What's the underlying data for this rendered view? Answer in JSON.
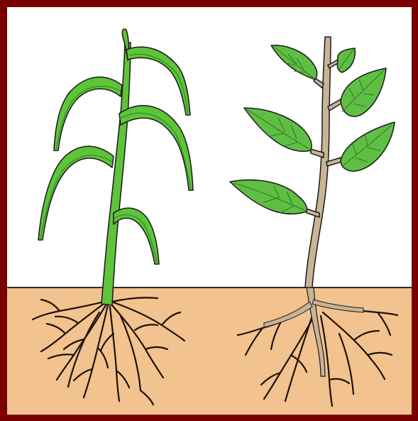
{
  "colors": {
    "frame": "#7a0000",
    "sky": "#ffffff",
    "soil": "#f2c28f",
    "ground_line": "#2a2a2a",
    "monocot_leaf": "#5ec43a",
    "dicot_leaf": "#5fbf45",
    "dicot_leaf_dark": "#3f9a2c",
    "stem_tan": "#c8b497",
    "root": "#1c1209",
    "outline": "#1a1a1a"
  },
  "plants": [
    {
      "kind": "monocot",
      "leaf_icon": "grass-blade-leaf-icon",
      "root_system": "fibrous"
    },
    {
      "kind": "dicot",
      "leaf_icon": "broad-veined-leaf-icon",
      "root_system": "taproot"
    }
  ]
}
